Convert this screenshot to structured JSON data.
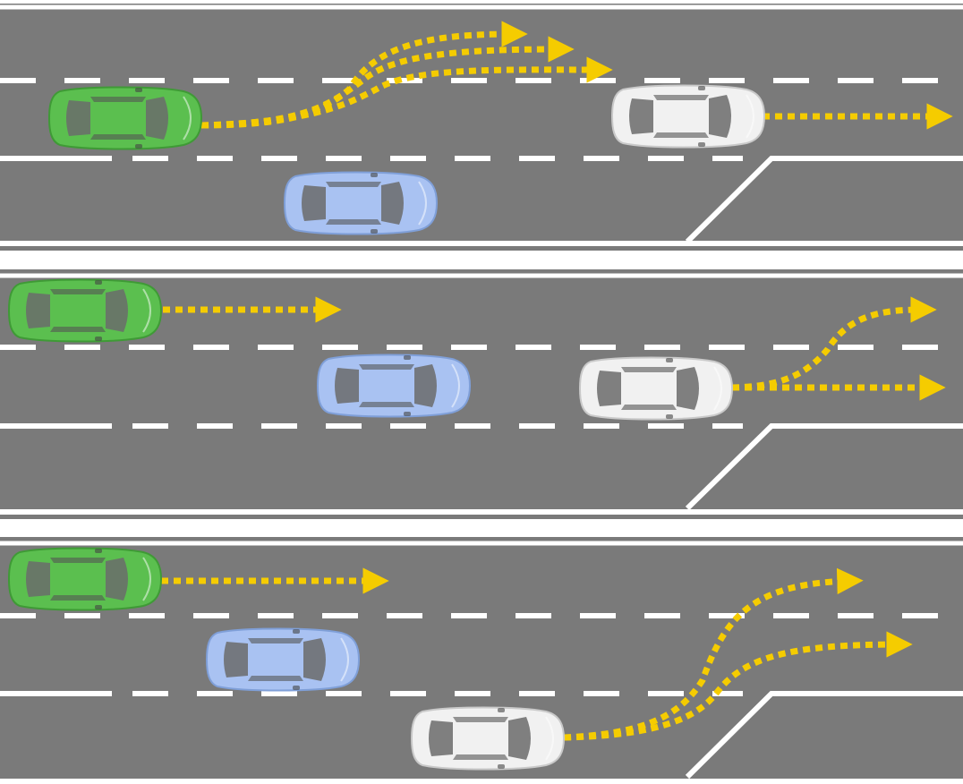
{
  "colors": {
    "background": "#ffffff",
    "road": "#7a7a7a",
    "line": "#ffffff",
    "trajectory": "#f5cc00",
    "ego_car": "#5bbf4f",
    "side_car": "#a9c2f2",
    "lead_car": "#f1f1f1"
  },
  "panels": [
    {
      "id": "scenario-1",
      "cars": [
        {
          "role": "ego",
          "color_key": "ego_car",
          "icon": "car-icon"
        },
        {
          "role": "side",
          "color_key": "side_car",
          "icon": "car-icon"
        },
        {
          "role": "lead",
          "color_key": "lead_car",
          "icon": "car-icon"
        }
      ],
      "trajectories": [
        "ego-lane-change-1",
        "ego-lane-change-2",
        "ego-lane-change-3",
        "lead-straight"
      ]
    },
    {
      "id": "scenario-2",
      "cars": [
        {
          "role": "ego",
          "color_key": "ego_car",
          "icon": "car-icon"
        },
        {
          "role": "side",
          "color_key": "side_car",
          "icon": "car-icon"
        },
        {
          "role": "lead",
          "color_key": "lead_car",
          "icon": "car-icon"
        }
      ],
      "trajectories": [
        "ego-straight",
        "lead-lane-change",
        "lead-straight"
      ]
    },
    {
      "id": "scenario-3",
      "cars": [
        {
          "role": "ego",
          "color_key": "ego_car",
          "icon": "car-icon"
        },
        {
          "role": "side",
          "color_key": "side_car",
          "icon": "car-icon"
        },
        {
          "role": "merging",
          "color_key": "lead_car",
          "icon": "car-icon"
        }
      ],
      "trajectories": [
        "ego-straight",
        "merging-lane-change-1",
        "merging-lane-change-2"
      ]
    }
  ]
}
